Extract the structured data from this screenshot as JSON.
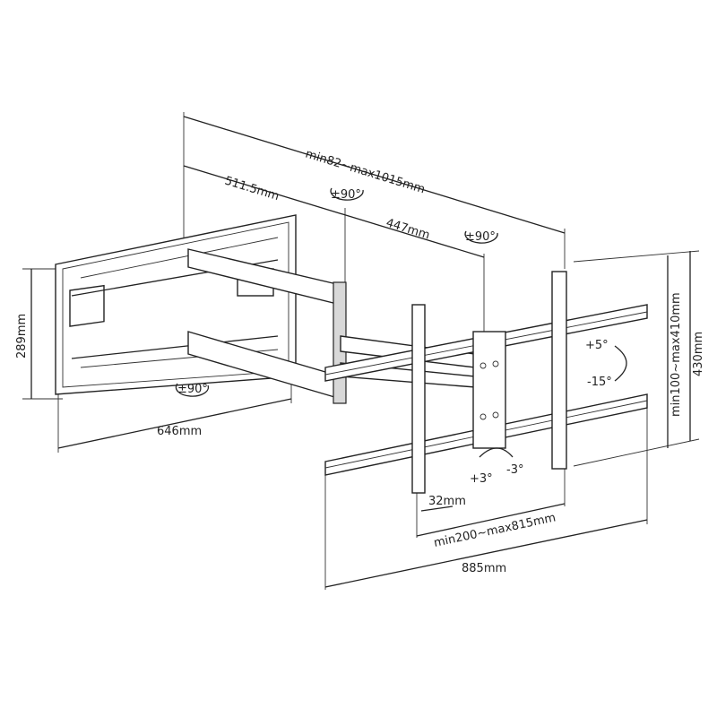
{
  "dimensions": {
    "arm_extension": "min82~max1015mm",
    "arm_segment_1": "511.5mm",
    "arm_segment_2": "447mm",
    "wall_plate_height": "289mm",
    "wall_plate_width": "646mm",
    "rail_spacing": "min100~max410mm",
    "rail_length": "430mm",
    "hole_spacing_horizontal": "min200~max815mm",
    "cross_bar_length": "885mm",
    "rail_width": "32mm"
  },
  "angles": {
    "swivel_top_left": "±90°",
    "swivel_top_right": "±90°",
    "swivel_wall": "±90°",
    "tilt_up": "+5°",
    "tilt_down": "-15°",
    "level_plus": "+3°",
    "level_minus": "-3°"
  }
}
